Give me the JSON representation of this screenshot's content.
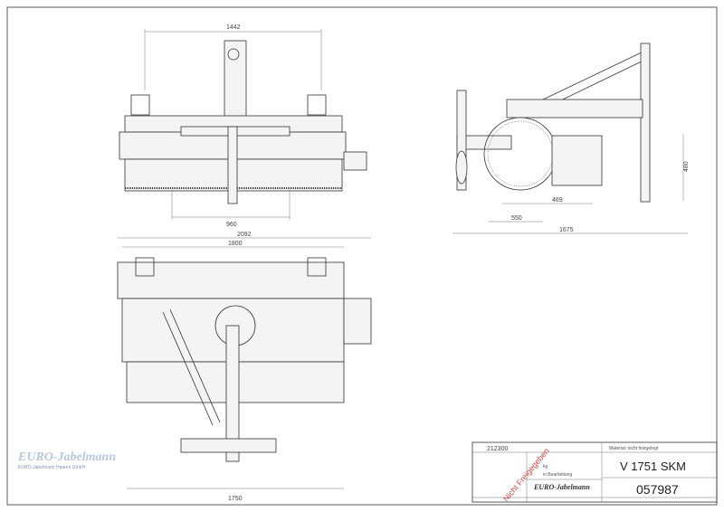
{
  "dimensions": {
    "front_width": "1442",
    "front_inner": "960",
    "top_total": "2092",
    "top_inner": "1800",
    "top_bottom": "1750",
    "side_height": "480",
    "side_469": "469",
    "side_550": "550",
    "side_total": "1675"
  },
  "title_block": {
    "drawing_no": "212300",
    "material": "Material: nicht festgelegt",
    "designation": "V 1751 SKM",
    "article_no": "057987",
    "weight": "kg",
    "status": "in Bearbeitung",
    "company_logo": "EURO-Jabelmann",
    "stamp": "Nicht Freigegeben"
  },
  "watermark": {
    "name": "EURO-Jabelmann",
    "company": "EURO-Jabelmann Haaren GmbH"
  }
}
